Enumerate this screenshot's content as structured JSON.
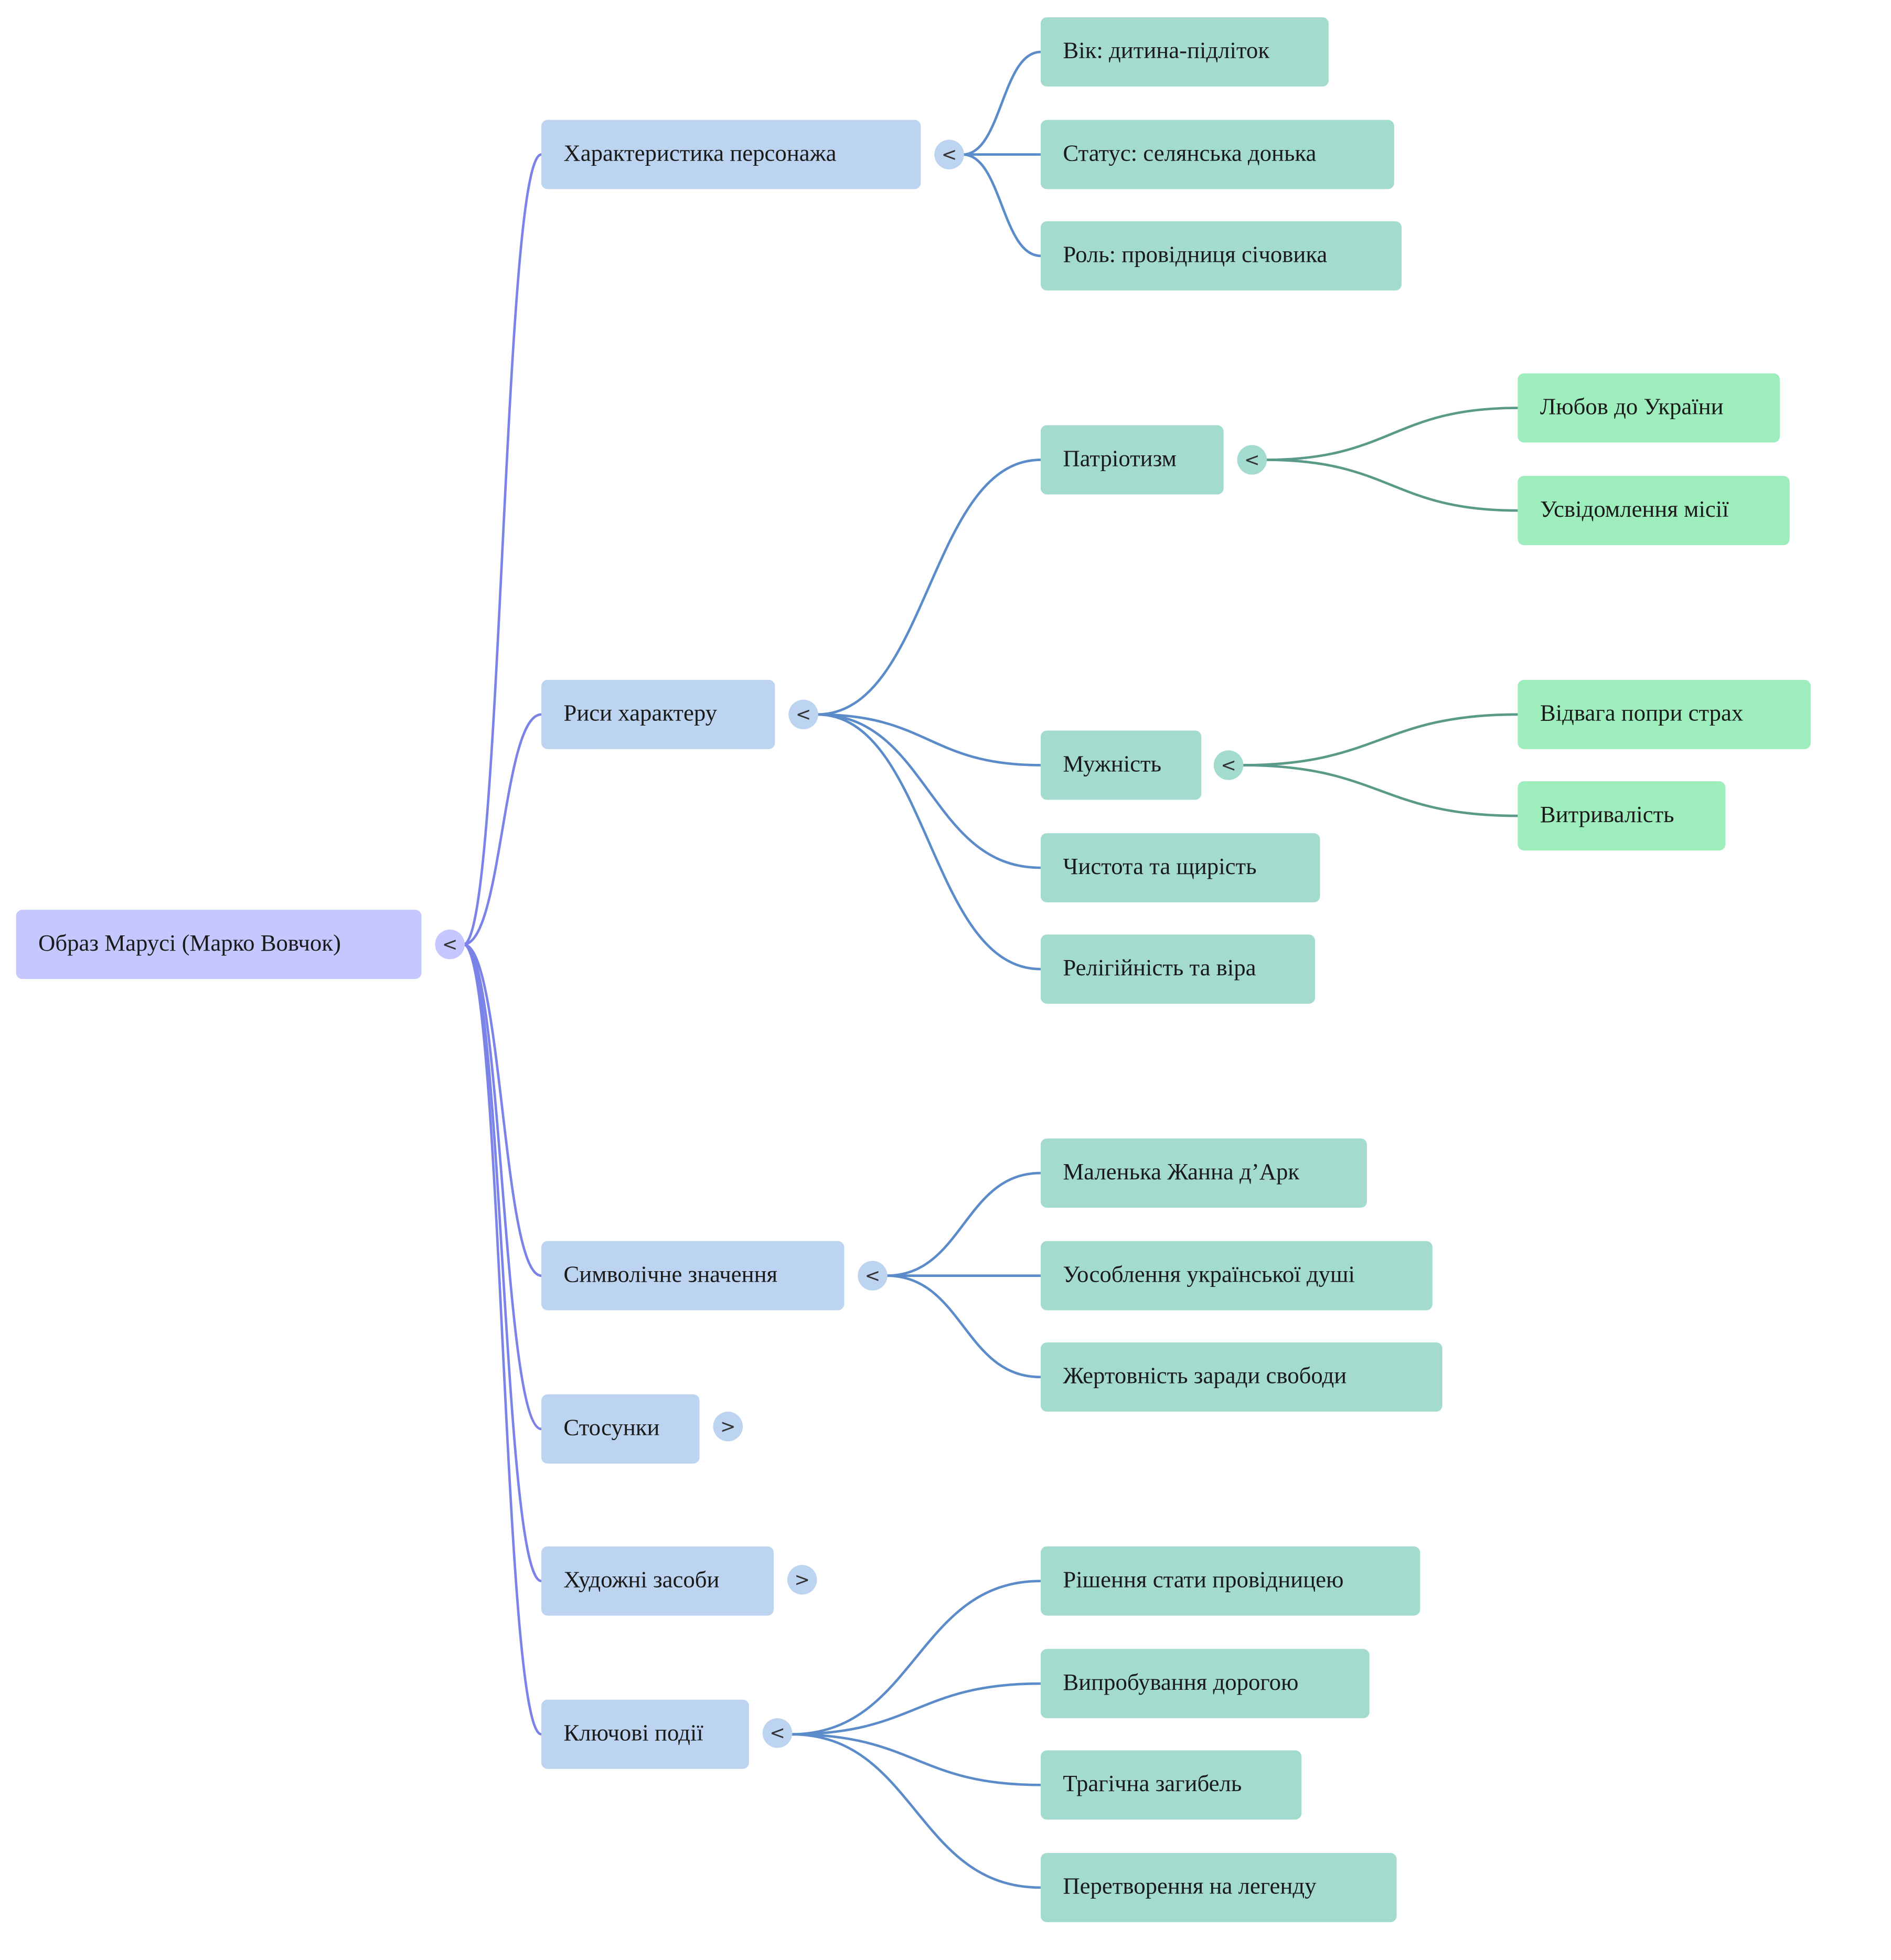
{
  "root": {
    "label": "Образ Марусі (Марко Вовчок)",
    "toggle": "<"
  },
  "branches": [
    {
      "label": "Характеристика персонажа",
      "toggle": "<",
      "children": [
        {
          "label": "Вік: дитина-підліток"
        },
        {
          "label": "Статус: селянська донька"
        },
        {
          "label": "Роль: провідниця січовика"
        }
      ]
    },
    {
      "label": "Риси характеру",
      "toggle": "<",
      "children": [
        {
          "label": "Патріотизм",
          "toggle": "<",
          "children": [
            {
              "label": "Любов до України"
            },
            {
              "label": "Усвідомлення місії"
            }
          ]
        },
        {
          "label": "Мужність",
          "toggle": "<",
          "children": [
            {
              "label": "Відвага попри страх"
            },
            {
              "label": "Витривалість"
            }
          ]
        },
        {
          "label": "Чистота та щирість"
        },
        {
          "label": "Релігійність та віра"
        }
      ]
    },
    {
      "label": "Символічне значення",
      "toggle": "<",
      "children": [
        {
          "label": "Маленька Жанна д’Арк"
        },
        {
          "label": "Уособлення української душі"
        },
        {
          "label": "Жертовність заради свободи"
        }
      ]
    },
    {
      "label": "Стосунки",
      "toggle": ">",
      "children": []
    },
    {
      "label": "Художні засоби",
      "toggle": ">",
      "children": []
    },
    {
      "label": "Ключові події",
      "toggle": "<",
      "children": [
        {
          "label": "Рішення стати провідницею"
        },
        {
          "label": "Випробування дорогою"
        },
        {
          "label": "Трагічна загибель"
        },
        {
          "label": "Перетворення на легенду"
        }
      ]
    }
  ],
  "colors": {
    "root_fill": "#c4c8ff",
    "branch_fill": "#bcd4ef",
    "leaf_fill": "#a3dccf",
    "subleaf_fill": "#9dedbd",
    "root_link": "#7b83e8",
    "branch_link": "#5b8cc9",
    "leaf_link": "#5a9a88"
  }
}
